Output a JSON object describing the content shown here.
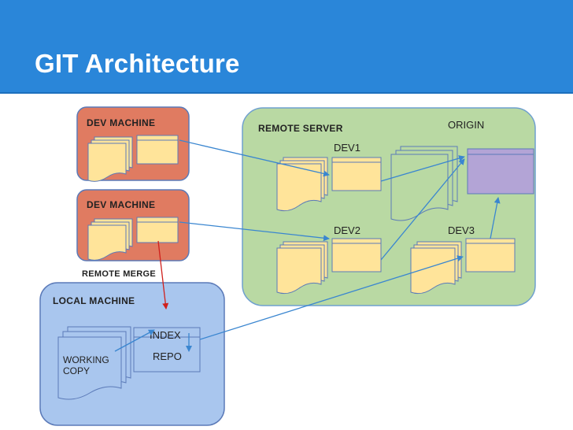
{
  "slide": {
    "title": "GIT Architecture"
  },
  "diagram": {
    "dev_machine_1": {
      "label": "DEV MACHINE"
    },
    "dev_machine_2": {
      "label": "DEV MACHINE"
    },
    "remote_merge": {
      "label": "REMOTE MERGE"
    },
    "remote_server": {
      "label": "REMOTE SERVER",
      "origin_label": "ORIGIN",
      "dev1_label": "DEV1",
      "dev2_label": "DEV2",
      "dev3_label": "DEV3"
    },
    "local_machine": {
      "label": "LOCAL MACHINE",
      "index_label": "INDEX",
      "repo_label": "REPO",
      "working_copy_line1": "WORKING",
      "working_copy_line2": "COPY"
    },
    "colors": {
      "header": "#2a86d9",
      "dev_machine": "#e07b61",
      "remote_server": "#b9d9a3",
      "local_machine": "#a9c6ee",
      "document": "#ffe49a",
      "origin_repo": "#b3a4d6",
      "arrow_blue": "#3a86d0",
      "arrow_red": "#d0201c"
    }
  }
}
